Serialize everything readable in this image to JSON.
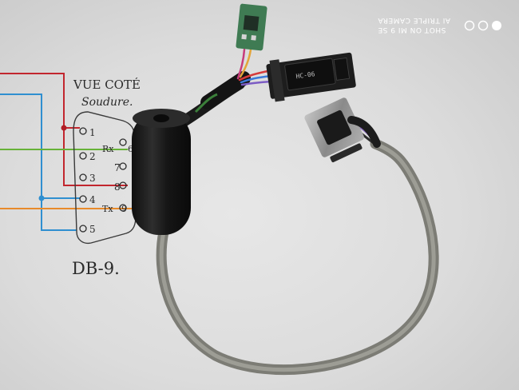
{
  "photo": {
    "subject": "",
    "colors": {
      "paper": "#e2e2e2",
      "wire_red": "#c2262e",
      "wire_blue": "#2f8fd0",
      "wire_green": "#67b238",
      "wire_orange": "#e88a2a",
      "cable_grey": "#8e8e86",
      "ferrite_black": "#1b1b1b",
      "pcb_black": "#1d1d1d",
      "pcb_green": "#3f7b53",
      "connector_metal": "#9c9c9c"
    }
  },
  "sketch": {
    "title_line1": "VUE COTÉ",
    "title_line2": "Soudure.",
    "connector_label": "DB-9.",
    "pins": {
      "p1": "1",
      "p2": "2",
      "p3": "3",
      "p4": "4",
      "p5": "5",
      "p6": "6",
      "p7": "7",
      "p8": "8",
      "p9": "9"
    },
    "rx_label": "Rx",
    "tx_label": "Tx"
  },
  "watermark": {
    "line1": "AI TRIPLE CAMERA",
    "line2": "SHOT ON MI 9 SE"
  },
  "module": {
    "chip_text": "HC-06"
  }
}
